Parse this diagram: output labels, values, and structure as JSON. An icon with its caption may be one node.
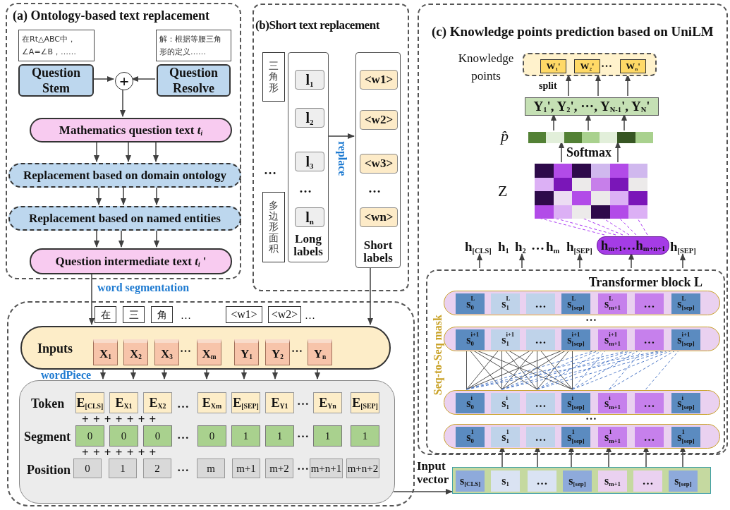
{
  "diagram": {
    "nodes": [
      {
        "text": [
          "(a) Ontology-based text replacement"
        ]
      },
      {
        "text": [
          "在Rt△ABC中，∠A=∠B，……"
        ],
        "in": 0
      },
      {
        "text": [
          "解：根据等腰三角形的定义……"
        ],
        "in": 0
      },
      {
        "text": [
          "Question Stem"
        ],
        "in": 0
      },
      {
        "text": [
          "+"
        ],
        "in": 0
      },
      {
        "text": [
          "Question Resolve"
        ],
        "in": 0
      },
      {
        "text": [
          "Mathematics question text *t$_{i}$*"
        ],
        "in": 0
      },
      {
        "text": [
          "Replacement based on domain ontology"
        ],
        "in": 0
      },
      {
        "text": [
          "Replacement based on named entities"
        ],
        "in": 0
      },
      {
        "text": [
          "Question intermediate text *t$_{i}$* '"
        ],
        "in": 0
      },
      {
        "text": [
          "(b)Short text replacement"
        ]
      },
      {
        "text": [
          "三角形"
        ],
        "in": 10
      },
      {
        "text": [
          "多边形面积"
        ],
        "in": 10
      },
      {
        "text": [
          "Long labels"
        ],
        "in": 10
      },
      {
        "text": [
          "l$_{1}$"
        ],
        "in": 13
      },
      {
        "text": [
          "l$_{2}$"
        ],
        "in": 13
      },
      {
        "text": [
          "l$_{3}$"
        ],
        "in": 13
      },
      {
        "text": [
          "l$_{n}$"
        ],
        "in": 13
      },
      {
        "text": [
          "Short labels"
        ],
        "in": 10
      },
      {
        "text": [
          "<w1>"
        ],
        "in": 18
      },
      {
        "text": [
          "<w2>"
        ],
        "in": 18
      },
      {
        "text": [
          "<w3>"
        ],
        "in": 18
      },
      {
        "text": [
          "<wn>"
        ],
        "in": 18
      },
      {
        "text": [],
        "shape": "box"
      },
      {
        "text": [
          "在"
        ],
        "in": 23
      },
      {
        "text": [
          "三"
        ],
        "in": 23
      },
      {
        "text": [
          "角"
        ],
        "in": 23
      },
      {
        "text": [
          "<w1>"
        ],
        "in": 23
      },
      {
        "text": [
          "<w2>"
        ],
        "in": 23
      },
      {
        "text": [
          "Inputs"
        ],
        "in": 23
      },
      {
        "text": [
          "X$_{1}$"
        ],
        "in": 29
      },
      {
        "text": [
          "X$_{2}$"
        ],
        "in": 29
      },
      {
        "text": [
          "X$_{3}$"
        ],
        "in": 29
      },
      {
        "text": [
          "X$_{m}$"
        ],
        "in": 29
      },
      {
        "text": [
          "Y$_{1}$"
        ],
        "in": 29
      },
      {
        "text": [
          "Y$_{2}$"
        ],
        "in": 29
      },
      {
        "text": [
          "Y$_{n}$"
        ],
        "in": 29
      },
      {
        "text": [
          "Token",
          "Segment",
          "Position"
        ],
        "in": 23
      },
      {
        "text": [
          "E$_{[CLS]}$"
        ],
        "in": 37
      },
      {
        "text": [
          "E$_{X1}$"
        ],
        "in": 37
      },
      {
        "text": [
          "E$_{X2}$"
        ],
        "in": 37
      },
      {
        "text": [
          "E$_{Xm}$"
        ],
        "in": 37
      },
      {
        "text": [
          "E$_{[SEP]}$"
        ],
        "in": 37
      },
      {
        "text": [
          "E$_{Y1}$"
        ],
        "in": 37
      },
      {
        "text": [
          "E$_{Yn}$"
        ],
        "in": 37
      },
      {
        "text": [
          "E$_{[SEP]}$"
        ],
        "in": 37
      },
      {
        "text": [
          "0"
        ],
        "in": 37
      },
      {
        "text": [
          "0"
        ],
        "in": 37
      },
      {
        "text": [
          "0"
        ],
        "in": 37
      },
      {
        "text": [
          "0"
        ],
        "in": 37
      },
      {
        "text": [
          "1"
        ],
        "in": 37
      },
      {
        "text": [
          "1"
        ],
        "in": 37
      },
      {
        "text": [
          "1"
        ],
        "in": 37
      },
      {
        "text": [
          "1"
        ],
        "in": 37
      },
      {
        "text": [
          "0"
        ],
        "in": 37
      },
      {
        "text": [
          "1"
        ],
        "in": 37
      },
      {
        "text": [
          "2"
        ],
        "in": 37
      },
      {
        "text": [
          "m"
        ],
        "in": 37
      },
      {
        "text": [
          "m+1"
        ],
        "in": 37
      },
      {
        "text": [
          "m+2"
        ],
        "in": 37
      },
      {
        "text": [
          "m+n+1"
        ],
        "in": 37
      },
      {
        "text": [
          "m+n+2"
        ],
        "in": 37
      },
      {
        "text": [
          "(c) Knowledge points prediction based on UniLM"
        ]
      },
      {
        "text": [],
        "shape": "box",
        "beside": [
          "Knowledge points"
        ],
        "in": 62
      },
      {
        "text": [
          "W$_{1}$'"
        ],
        "in": 63
      },
      {
        "text": [
          "W$_{2}$'"
        ],
        "in": 63
      },
      {
        "text": [
          "W$_{n}$'"
        ],
        "in": 63
      },
      {
        "text": [
          "Y$_{1}$', Y$_{2}$', ···, Y$_{N-1}$', Y$_{N}$'"
        ],
        "in": 62
      },
      {
        "text": [],
        "shape": "bar",
        "beside": [
          "p̂"
        ],
        "in": 62
      },
      {
        "text": [],
        "shape": "box",
        "beside": [
          "Z"
        ],
        "in": 62
      },
      {
        "text": [
          "h$_{[CLS]}$"
        ],
        "in": 62
      },
      {
        "text": [
          "h$_{1}$"
        ],
        "in": 62
      },
      {
        "text": [
          "h$_{2}$"
        ],
        "in": 62
      },
      {
        "text": [
          "h$_{m}$"
        ],
        "in": 62
      },
      {
        "text": [
          "h$_{[SEP]}$"
        ],
        "in": 62
      },
      {
        "text": [
          "h$_{m+1}$…h$_{m+n+1}$"
        ],
        "in": 62
      },
      {
        "text": [
          "h$_{[SEP]}$"
        ],
        "in": 62
      },
      {
        "text": [
          "Transformer block L",
          "Seq-to-Seq mask"
        ],
        "in": 62
      },
      {
        "text": [],
        "shape": "box",
        "in": 77
      },
      {
        "text": [],
        "shape": "box",
        "in": 77
      },
      {
        "text": [],
        "shape": "box",
        "in": 77
      },
      {
        "text": [],
        "shape": "box",
        "in": 77
      },
      {
        "text": [
          "s$^{L}$$_{0}$"
        ],
        "in": 78
      },
      {
        "text": [
          "s$^{L}$$_{1}$"
        ],
        "in": 78
      },
      {
        "text": [
          "…"
        ],
        "in": 78
      },
      {
        "text": [
          "s$^{L}$$_{[sep]}$"
        ],
        "in": 78
      },
      {
        "text": [
          "s$^{L}$$_{m+1}$"
        ],
        "in": 78
      },
      {
        "text": [
          "…"
        ],
        "in": 78
      },
      {
        "text": [
          "s$^{L}$$_{[sep]}$"
        ],
        "in": 78
      },
      {
        "text": [
          "s$^{i+1}$$_{0}$"
        ],
        "in": 79
      },
      {
        "text": [
          "s$^{i+1}$$_{1}$"
        ],
        "in": 79
      },
      {
        "text": [
          "…"
        ],
        "in": 79
      },
      {
        "text": [
          "s$^{i+1}$$_{[sep]}$"
        ],
        "in": 79
      },
      {
        "text": [
          "s$^{i+1}$$_{m+1}$"
        ],
        "in": 79
      },
      {
        "text": [
          "…"
        ],
        "in": 79
      },
      {
        "text": [
          "s$^{i+1}$$_{[sep]}$"
        ],
        "in": 79
      },
      {
        "text": [
          "s$^{i}$$_{0}$"
        ],
        "in": 80
      },
      {
        "text": [
          "s$^{i}$$_{1}$"
        ],
        "in": 80
      },
      {
        "text": [
          "…"
        ],
        "in": 80
      },
      {
        "text": [
          "s$^{i}$$_{[sep]}$"
        ],
        "in": 80
      },
      {
        "text": [
          "s$^{i}$$_{m+1}$"
        ],
        "in": 80
      },
      {
        "text": [
          "…"
        ],
        "in": 80
      },
      {
        "text": [
          "s$^{i}$$_{[sep]}$"
        ],
        "in": 80
      },
      {
        "text": [
          "s$^{1}$$_{0}$"
        ],
        "in": 81
      },
      {
        "text": [
          "s$^{1}$$_{1}$"
        ],
        "in": 81
      },
      {
        "text": [
          "…"
        ],
        "in": 81
      },
      {
        "text": [
          "s$^{1}$$_{[sep]}$"
        ],
        "in": 81
      },
      {
        "text": [
          "s$^{1}$$_{m+1}$"
        ],
        "in": 81
      },
      {
        "text": [
          "…"
        ],
        "in": 81
      },
      {
        "text": [
          "s$^{1}$$_{[sep]}$"
        ],
        "in": 81
      },
      {
        "text": [],
        "shape": "box",
        "beside": [
          "Input vector"
        ]
      },
      {
        "text": [
          "s$_{[CLS]}$"
        ],
        "in": 110
      },
      {
        "text": [
          "s$_{1}$"
        ],
        "in": 110
      },
      {
        "text": [
          "…"
        ],
        "in": 110
      },
      {
        "text": [
          "s$_{[sep]}$"
        ],
        "in": 110
      },
      {
        "text": [
          "s$_{m+1}$"
        ],
        "in": 110
      },
      {
        "text": [
          "…"
        ],
        "in": 110
      },
      {
        "text": [
          "s$_{[sep]}$"
        ],
        "in": 110
      }
    ],
    "edges": [
      {
        "from": 3,
        "to": 4,
        "arrow": "to"
      },
      {
        "from": 5,
        "to": 4,
        "arrow": "to"
      },
      {
        "from": 4,
        "to": 6,
        "arrow": "to"
      },
      {
        "from": 6,
        "to": 7,
        "arrow": "to"
      },
      {
        "from": 6,
        "to": 7,
        "arrow": "to"
      },
      {
        "from": 6,
        "to": 7,
        "arrow": "to"
      },
      {
        "from": 7,
        "to": 8,
        "arrow": "to"
      },
      {
        "from": 7,
        "to": 8,
        "arrow": "to"
      },
      {
        "from": 7,
        "to": 8,
        "arrow": "to"
      },
      {
        "from": 8,
        "to": 9,
        "arrow": "to"
      },
      {
        "from": 8,
        "to": 9,
        "arrow": "to"
      },
      {
        "from": 8,
        "to": 9,
        "arrow": "to"
      },
      {
        "from": 9,
        "to": 29,
        "arrow": "to",
        "label": "word segmentation"
      },
      {
        "from": 13,
        "to": 18,
        "arrow": "to",
        "label": "replace"
      },
      {
        "from": 18,
        "to": 29,
        "arrow": "to"
      },
      {
        "from": 30,
        "to": 37,
        "arrow": "to"
      },
      {
        "from": 31,
        "to": 37,
        "arrow": "to"
      },
      {
        "from": 32,
        "to": 37,
        "arrow": "to"
      },
      {
        "from": 33,
        "to": 37,
        "arrow": "to"
      },
      {
        "from": 34,
        "to": 37,
        "arrow": "to"
      },
      {
        "from": 35,
        "to": 37,
        "arrow": "to"
      },
      {
        "from": 36,
        "to": 37,
        "arrow": "to"
      },
      {
        "from": 37,
        "to": 110,
        "arrow": "to"
      },
      {
        "from": 110,
        "to": 81,
        "arrow": "to"
      },
      {
        "from": 110,
        "to": 81,
        "arrow": "to"
      },
      {
        "from": 110,
        "to": 81,
        "arrow": "to"
      },
      {
        "from": 110,
        "to": 81,
        "arrow": "to"
      },
      {
        "from": 110,
        "to": 81,
        "arrow": "to"
      },
      {
        "from": 110,
        "to": 81,
        "arrow": "to"
      },
      {
        "from": 96,
        "to": 89,
        "arrow": "none"
      },
      {
        "from": 96,
        "to": 90,
        "arrow": "none"
      },
      {
        "from": 96,
        "to": 91,
        "arrow": "none"
      },
      {
        "from": 96,
        "to": 92,
        "arrow": "none"
      },
      {
        "from": 97,
        "to": 89,
        "arrow": "none"
      },
      {
        "from": 97,
        "to": 90,
        "arrow": "none"
      },
      {
        "from": 97,
        "to": 91,
        "arrow": "none"
      },
      {
        "from": 97,
        "to": 92,
        "arrow": "none"
      },
      {
        "from": 98,
        "to": 89,
        "arrow": "none"
      },
      {
        "from": 98,
        "to": 90,
        "arrow": "none"
      },
      {
        "from": 98,
        "to": 91,
        "arrow": "none"
      },
      {
        "from": 98,
        "to": 92,
        "arrow": "none"
      },
      {
        "from": 99,
        "to": 89,
        "arrow": "none"
      },
      {
        "from": 99,
        "to": 90,
        "arrow": "none"
      },
      {
        "from": 99,
        "to": 91,
        "arrow": "none"
      },
      {
        "from": 99,
        "to": 92,
        "arrow": "none"
      },
      {
        "from": 96,
        "to": 93,
        "arrow": "none",
        "style": "dashed",
        "color": "#4472c4"
      },
      {
        "from": 96,
        "to": 94,
        "arrow": "none",
        "style": "dashed",
        "color": "#4472c4"
      },
      {
        "from": 96,
        "to": 95,
        "arrow": "none",
        "style": "dashed",
        "color": "#4472c4"
      },
      {
        "from": 97,
        "to": 93,
        "arrow": "none",
        "style": "dashed",
        "color": "#4472c4"
      },
      {
        "from": 97,
        "to": 94,
        "arrow": "none",
        "style": "dashed",
        "color": "#4472c4"
      },
      {
        "from": 97,
        "to": 95,
        "arrow": "none",
        "style": "dashed",
        "color": "#4472c4"
      },
      {
        "from": 98,
        "to": 93,
        "arrow": "none",
        "style": "dashed",
        "color": "#4472c4"
      },
      {
        "from": 98,
        "to": 94,
        "arrow": "none",
        "style": "dashed",
        "color": "#4472c4"
      },
      {
        "from": 98,
        "to": 95,
        "arrow": "none",
        "style": "dashed",
        "color": "#4472c4"
      },
      {
        "from": 99,
        "to": 93,
        "arrow": "none",
        "style": "dashed",
        "color": "#4472c4"
      },
      {
        "from": 99,
        "to": 94,
        "arrow": "none",
        "style": "dashed",
        "color": "#4472c4"
      },
      {
        "from": 99,
        "to": 95,
        "arrow": "none",
        "style": "dashed",
        "color": "#4472c4"
      },
      {
        "from": 100,
        "to": 94,
        "arrow": "none",
        "style": "dashed",
        "color": "#4472c4"
      },
      {
        "from": 100,
        "to": 95,
        "arrow": "none",
        "style": "dashed",
        "color": "#4472c4"
      },
      {
        "from": 101,
        "to": 95,
        "arrow": "none",
        "style": "dashed",
        "color": "#4472c4"
      },
      {
        "from": 77,
        "to": 70,
        "arrow": "to"
      },
      {
        "from": 77,
        "to": 72,
        "arrow": "to"
      },
      {
        "from": 77,
        "to": 74,
        "arrow": "to"
      },
      {
        "from": 77,
        "to": 75,
        "arrow": "to"
      },
      {
        "from": 77,
        "to": 76,
        "arrow": "to"
      },
      {
        "from": 75,
        "to": 69,
        "arrow": "none",
        "style": "dashed",
        "color": "#a020f0"
      },
      {
        "from": 75,
        "to": 69,
        "arrow": "none",
        "style": "dashed",
        "color": "#a020f0"
      },
      {
        "from": 75,
        "to": 69,
        "arrow": "none",
        "style": "dashed",
        "color": "#a020f0"
      },
      {
        "from": 75,
        "to": 69,
        "arrow": "none",
        "style": "dashed",
        "color": "#a020f0"
      },
      {
        "from": 75,
        "to": 69,
        "arrow": "none",
        "style": "dashed",
        "color": "#a020f0"
      },
      {
        "from": 75,
        "to": 69,
        "arrow": "none",
        "style": "dashed",
        "color": "#a020f0"
      },
      {
        "from": 69,
        "to": 68,
        "arrow": "to",
        "label": "Softmax"
      },
      {
        "from": 69,
        "to": 68,
        "arrow": "to"
      },
      {
        "from": 68,
        "to": 67,
        "arrow": "to"
      },
      {
        "from": 68,
        "to": 67,
        "arrow": "to"
      },
      {
        "from": 68,
        "to": 67,
        "arrow": "to"
      },
      {
        "from": 67,
        "to": 63,
        "arrow": "to",
        "label": "split"
      },
      {
        "from": 67,
        "to": 63,
        "arrow": "to"
      },
      {
        "from": 67,
        "to": 63,
        "arrow": "to"
      }
    ],
    "labels": [
      "…",
      "…",
      "…",
      "…",
      "…",
      "…",
      "…",
      "wordPiece",
      "…",
      "…",
      "+ + + + + + +",
      "…",
      "…",
      "+ + + + + + +",
      "…",
      "…",
      "…",
      "…",
      "…",
      "…"
    ]
  }
}
